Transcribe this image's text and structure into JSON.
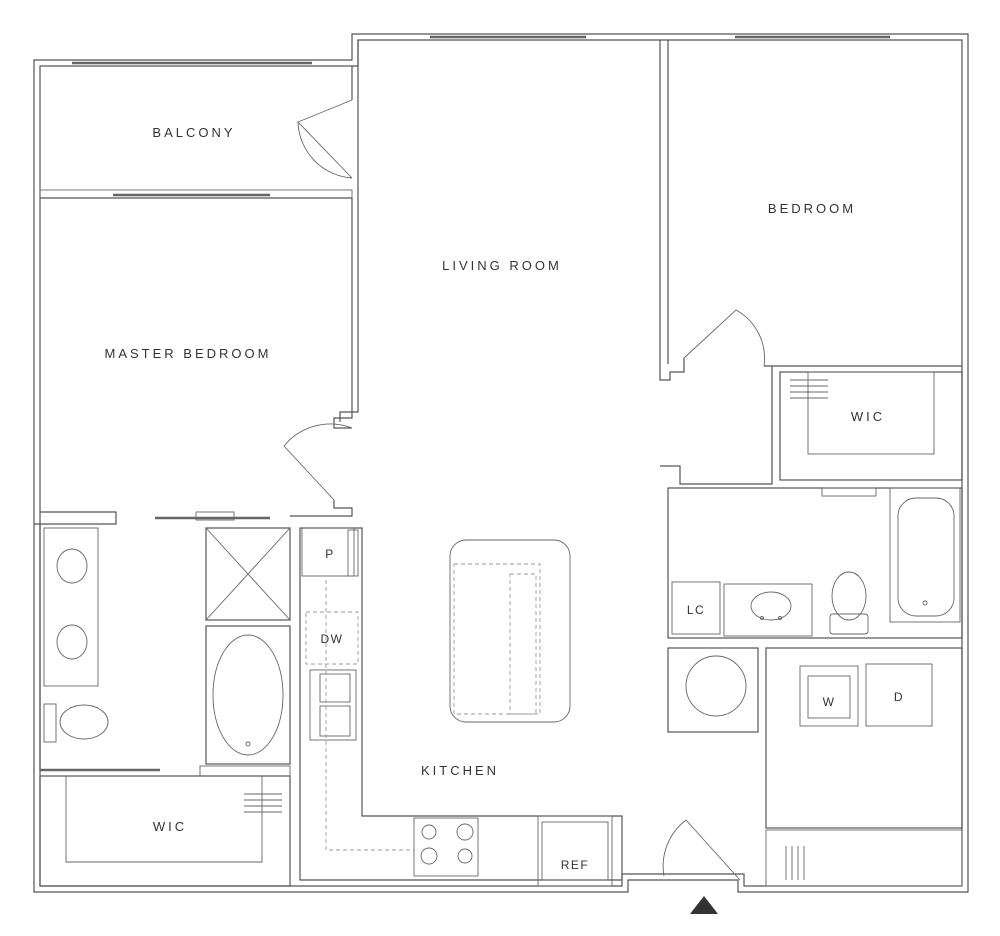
{
  "rooms": {
    "balcony": "BALCONY",
    "living_room": "LIVING ROOM",
    "bedroom": "BEDROOM",
    "master_bedroom": "MASTER BEDROOM",
    "wic_bedroom": "WIC",
    "wic_master": "WIC",
    "kitchen": "KITCHEN"
  },
  "fixtures": {
    "pantry": "P",
    "dishwasher": "DW",
    "linen_closet": "LC",
    "washer": "W",
    "dryer": "D",
    "refrigerator": "REF"
  },
  "colors": {
    "wall": "#555555",
    "text": "#333333",
    "entry_marker": "#333333"
  }
}
